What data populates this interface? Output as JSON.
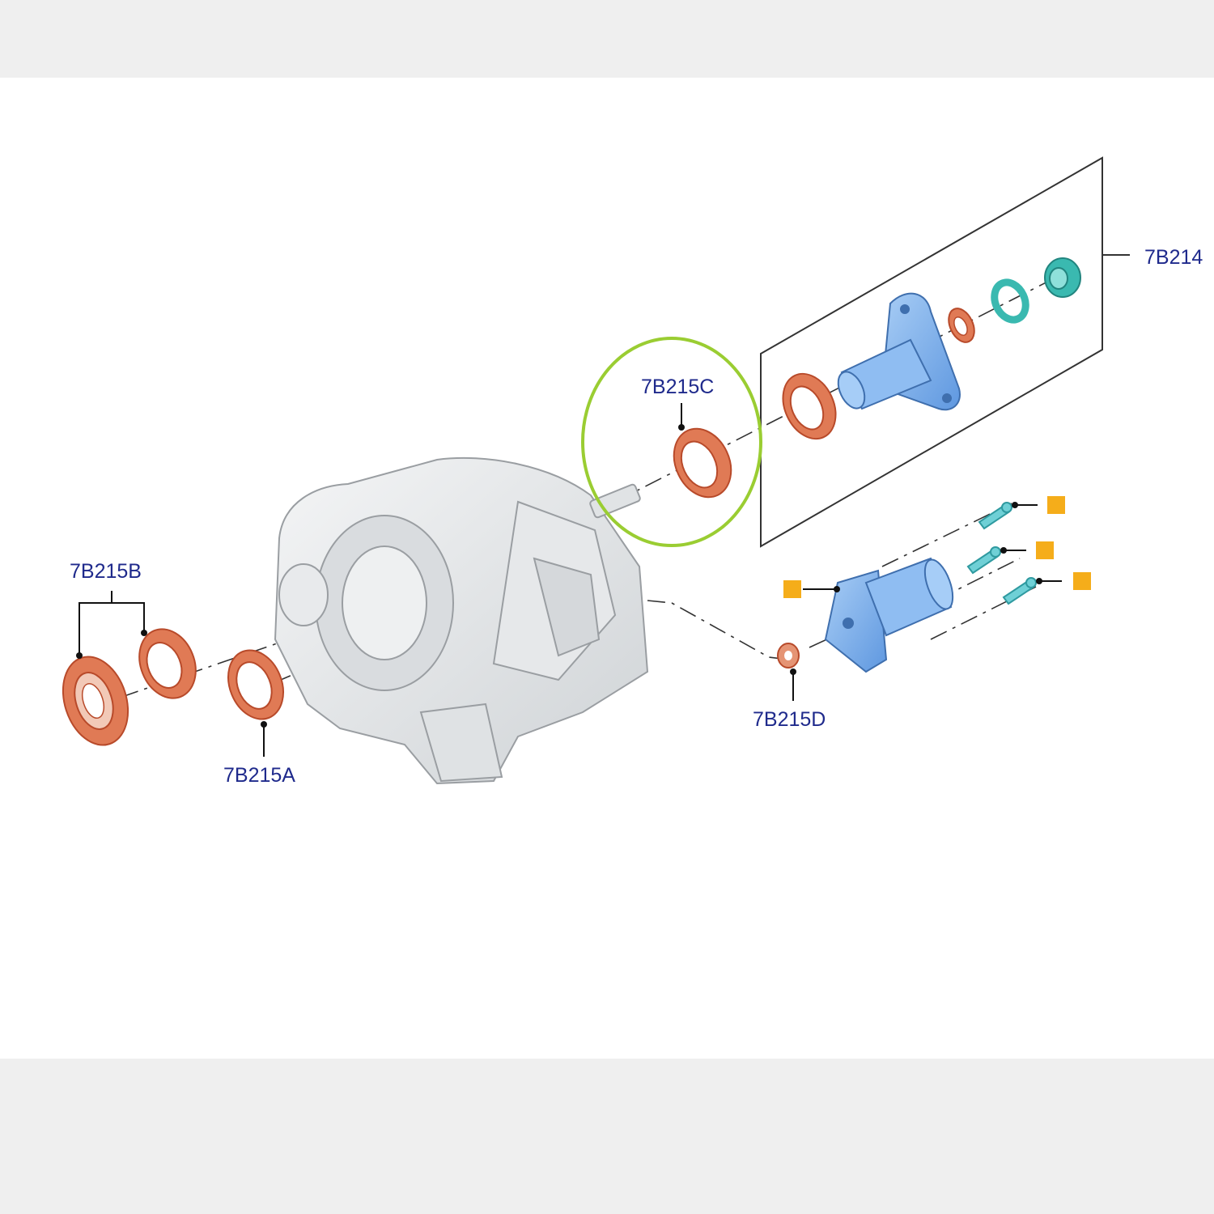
{
  "diagram": {
    "labels": {
      "assembly": "7B214",
      "seal_c": "7B215C",
      "seal_b": "7B215B",
      "seal_a": "7B215A",
      "seal_d": "7B215D"
    },
    "colors": {
      "seal": "#e07a55",
      "actuator": "#7fb2ee",
      "teal": "#3ab9b0",
      "bolt": "#6fd0d6",
      "marker": "#f5ad1a",
      "highlight": "#9acd32",
      "housing": "#e4e6e8",
      "label": "#1f2a8c"
    },
    "icons": [
      "seal-ring",
      "actuator",
      "bolt",
      "marker-square",
      "highlight-circle"
    ]
  }
}
